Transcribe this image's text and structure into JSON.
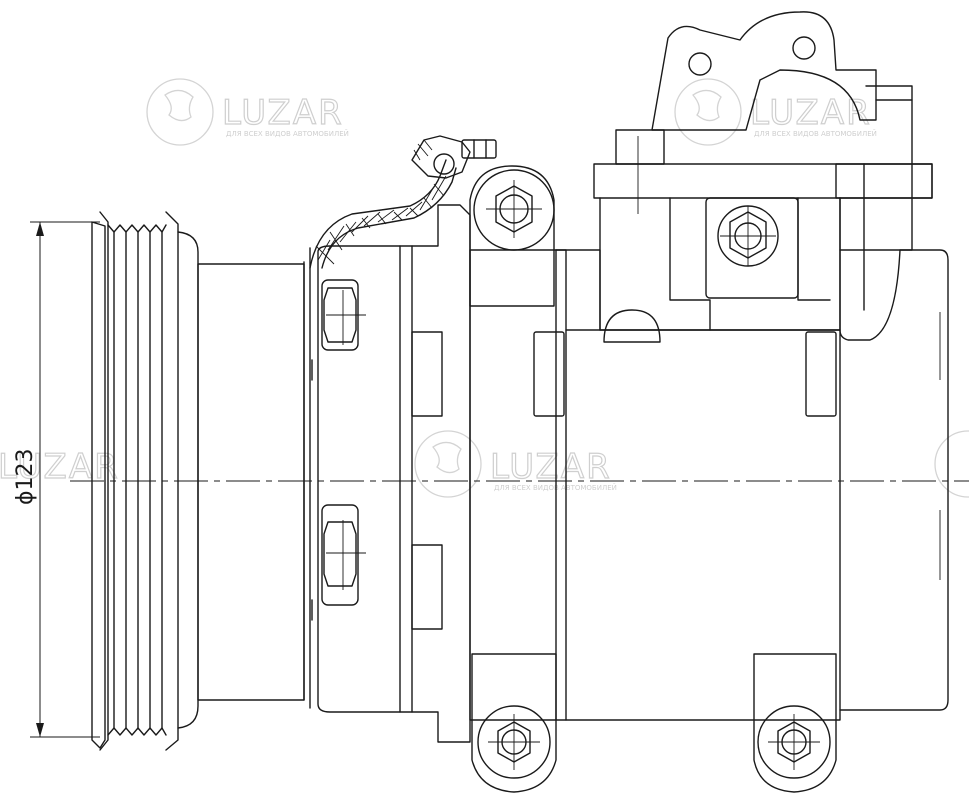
{
  "drawing": {
    "dimension_label": "ϕ123",
    "part": "air-conditioning-compressor"
  },
  "watermark": {
    "brand": "LUZAR",
    "tagline": "ДЛЯ ВСЕХ ВИДОВ АВТОМОБИЛЕЙ"
  },
  "colors": {
    "line": "#1a1a1a",
    "watermark": "#cfcfcf",
    "background": "#ffffff"
  }
}
